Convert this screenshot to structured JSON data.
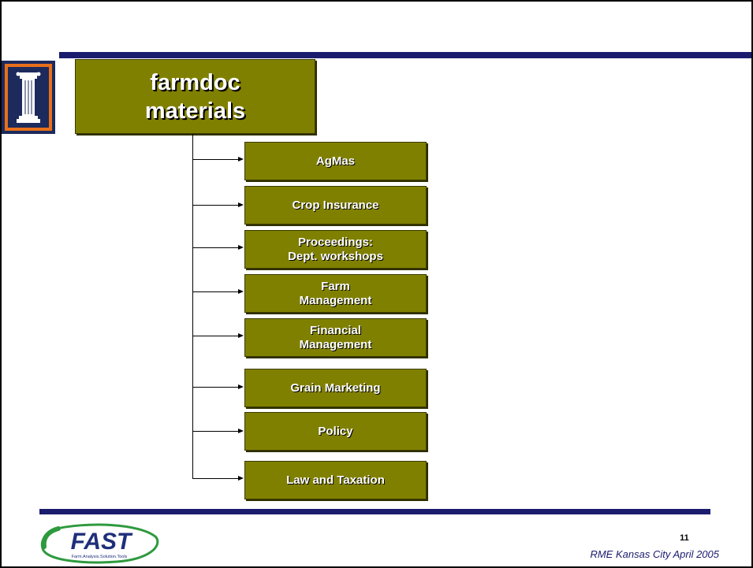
{
  "root_node": {
    "line1": "farmdoc",
    "line2": "materials"
  },
  "child_nodes": [
    {
      "line1": "AgMas"
    },
    {
      "line1": "Crop Insurance"
    },
    {
      "line1": "Proceedings:",
      "line2": "Dept. workshops"
    },
    {
      "line1": "Farm",
      "line2": "Management"
    },
    {
      "line1": "Financial",
      "line2": "Management"
    },
    {
      "line1": "Grain Marketing"
    },
    {
      "line1": "Policy"
    },
    {
      "line1": "Law and Taxation"
    }
  ],
  "footer": {
    "page_number": "11",
    "event": "RME Kansas City April 2005"
  },
  "logos": {
    "university_logo": "illinois-column-icon",
    "fast_logo": {
      "text": "FAST",
      "tagline": "Farm.Analysis.Solution.Tools"
    }
  },
  "colors": {
    "node_fill": "#808000",
    "accent_bar": "#1c1c6e",
    "logo_navy": "#1c2a5c",
    "logo_orange": "#e8701a",
    "logo_green": "#2e9a3e",
    "footer_text": "#1c1c6e"
  }
}
